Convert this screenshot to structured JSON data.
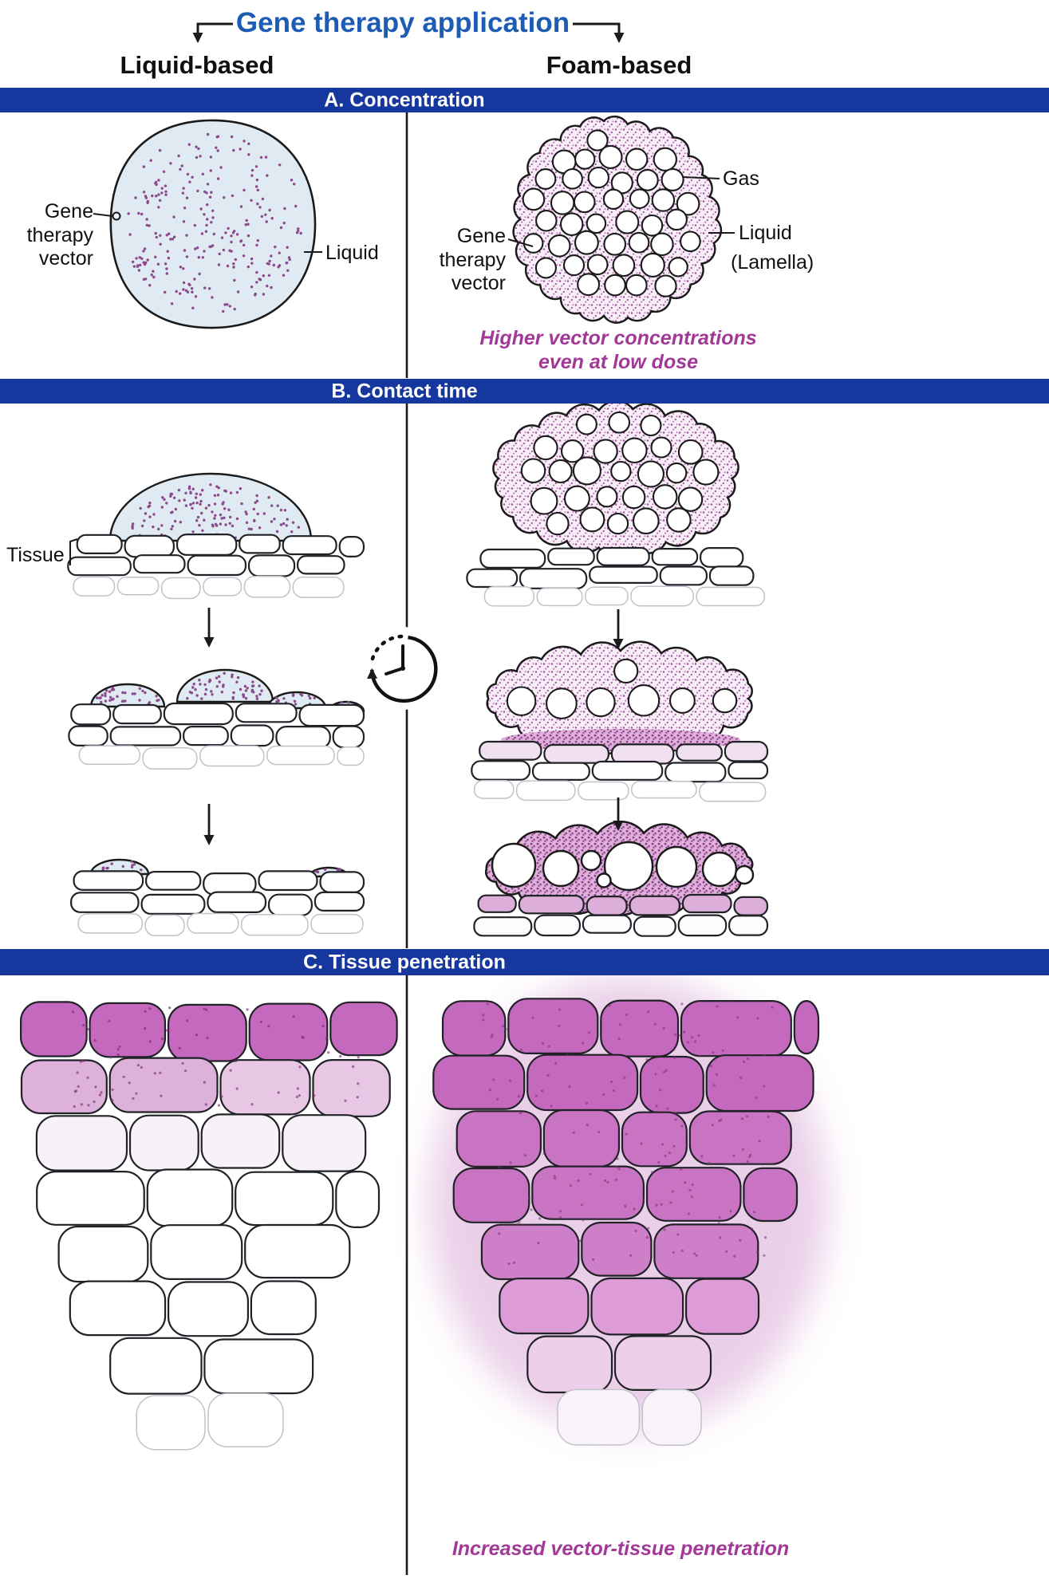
{
  "header": {
    "title": "Gene therapy application",
    "left_column": "Liquid-based",
    "right_column": "Foam-based"
  },
  "section_a": {
    "banner": "A. Concentration",
    "liquid_vector_label": "Gene\ntherapy\nvector",
    "liquid_label": "Liquid",
    "gas_label": "Gas",
    "foam_vector_label": "Gene\ntherapy\nvector",
    "foam_liquid_label": "Liquid",
    "foam_lamella_label": "(Lamella)",
    "note": "Higher vector concentrations\neven at low dose"
  },
  "section_b": {
    "banner": "B. Contact time",
    "tissue_label": "Tissue"
  },
  "section_c": {
    "banner": "C. Tissue penetration",
    "note": "Increased vector-tissue penetration"
  },
  "colors": {
    "banner_bg": "#16389e",
    "title_blue": "#1d5cb5",
    "purple_text": "#a23897",
    "ink": "#1a1a1a",
    "liquid_fill": "#dfeaf2",
    "vector_dot": "#8c4a8c",
    "lamella_base": "#f7eef8",
    "lamella_dot": "#a455a0",
    "pool_base": "#dcb0d9",
    "pool_dot": "#8e3c89",
    "tissue_purple_strong": "#c569be",
    "tissue_purple_light": "#e5c0e2"
  }
}
